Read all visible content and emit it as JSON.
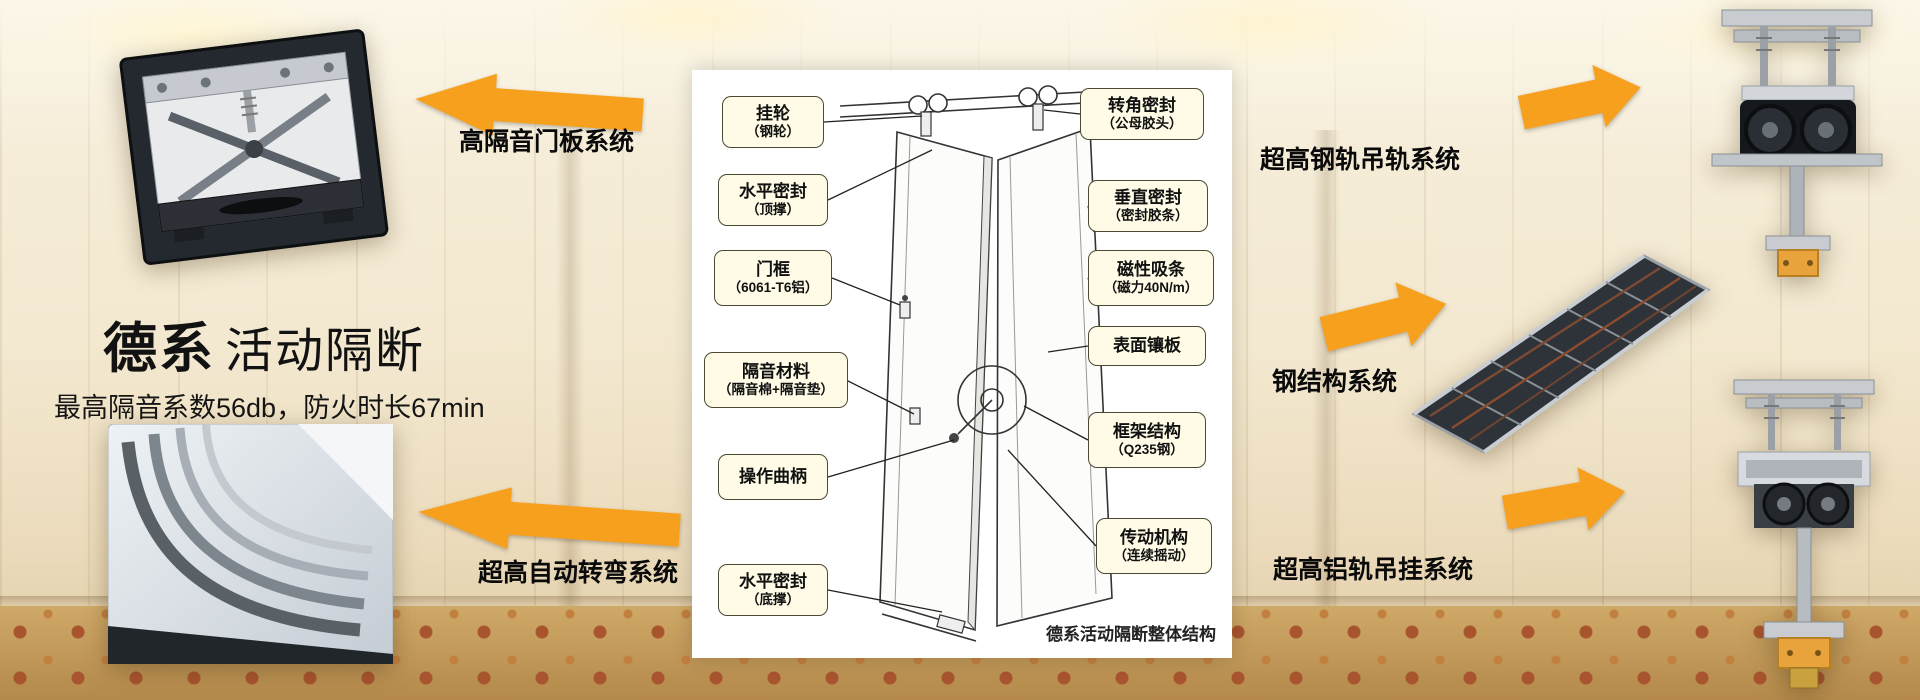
{
  "brand": {
    "title_main": "德系",
    "title_sub": "活动隔断",
    "subtitle": "最高隔音系数56db，防火时长67min"
  },
  "systems": [
    {
      "label": "高隔音门板系统",
      "direction": "left"
    },
    {
      "label": "超高自动转弯系统",
      "direction": "left"
    },
    {
      "label": "超高钢轨吊轨系统",
      "direction": "right"
    },
    {
      "label": "钢结构系统",
      "direction": "right"
    },
    {
      "label": "超高铝轨吊挂系统",
      "direction": "right"
    }
  ],
  "diagram": {
    "caption": "德系活动隔断整体结构",
    "left_callouts": [
      {
        "line1": "挂轮",
        "line2": "（钢轮）"
      },
      {
        "line1": "水平密封",
        "line2": "（顶撑）"
      },
      {
        "line1": "门框",
        "line2": "（6061-T6铝）"
      },
      {
        "line1": "隔音材料",
        "line2": "（隔音棉+隔音垫）"
      },
      {
        "line1": "操作曲柄",
        "line2": ""
      },
      {
        "line1": "水平密封",
        "line2": "（底撑）"
      }
    ],
    "right_callouts": [
      {
        "line1": "转角密封",
        "line2": "（公母胶头）"
      },
      {
        "line1": "垂直密封",
        "line2": "（密封胶条）"
      },
      {
        "line1": "磁性吸条",
        "line2": "（磁力40N/m）"
      },
      {
        "line1": "表面镶板",
        "line2": ""
      },
      {
        "line1": "框架结构",
        "line2": "（Q235钢）"
      },
      {
        "line1": "传动机构",
        "line2": "（连续摇动）"
      }
    ]
  },
  "icons": {
    "arrow_left": "block-arrow-left",
    "arrow_right": "block-arrow-right"
  },
  "colors": {
    "arrow": "#F6A01E",
    "callout_bg": "#FFFBE6",
    "callout_border": "#4A4A33",
    "title_text": "#111111"
  }
}
